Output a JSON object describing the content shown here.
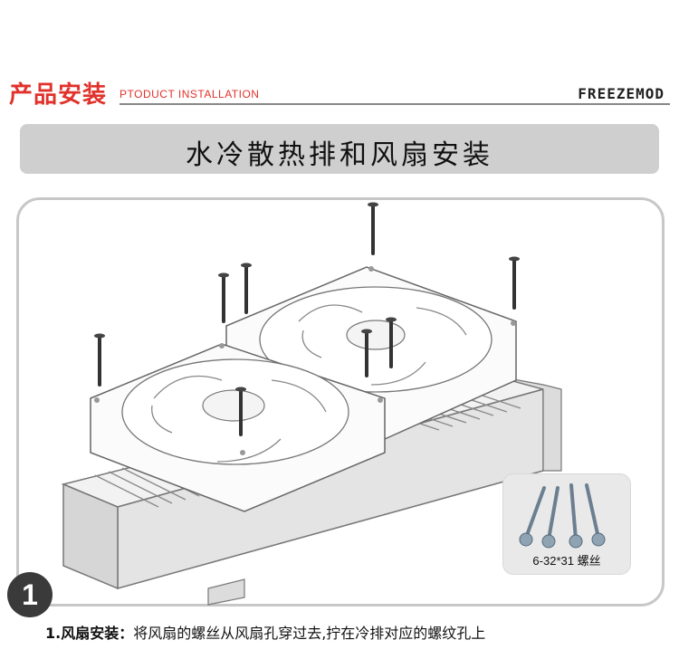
{
  "header": {
    "title_zh": "产品安装",
    "title_en": "PTODUCT INSTALLATION",
    "brand": "FREEZEMOD"
  },
  "banner": {
    "title": "水冷散热排和风扇安装"
  },
  "screw_box": {
    "label": "6-32*31 螺丝"
  },
  "step": {
    "number": "1",
    "title": "1.风扇安装：",
    "text": "将风扇的螺丝从风扇孔穿过去,拧在冷排对应的螺纹孔上"
  },
  "icons": [
    "radiator-illustration",
    "fan-illustration",
    "screw-icon"
  ]
}
